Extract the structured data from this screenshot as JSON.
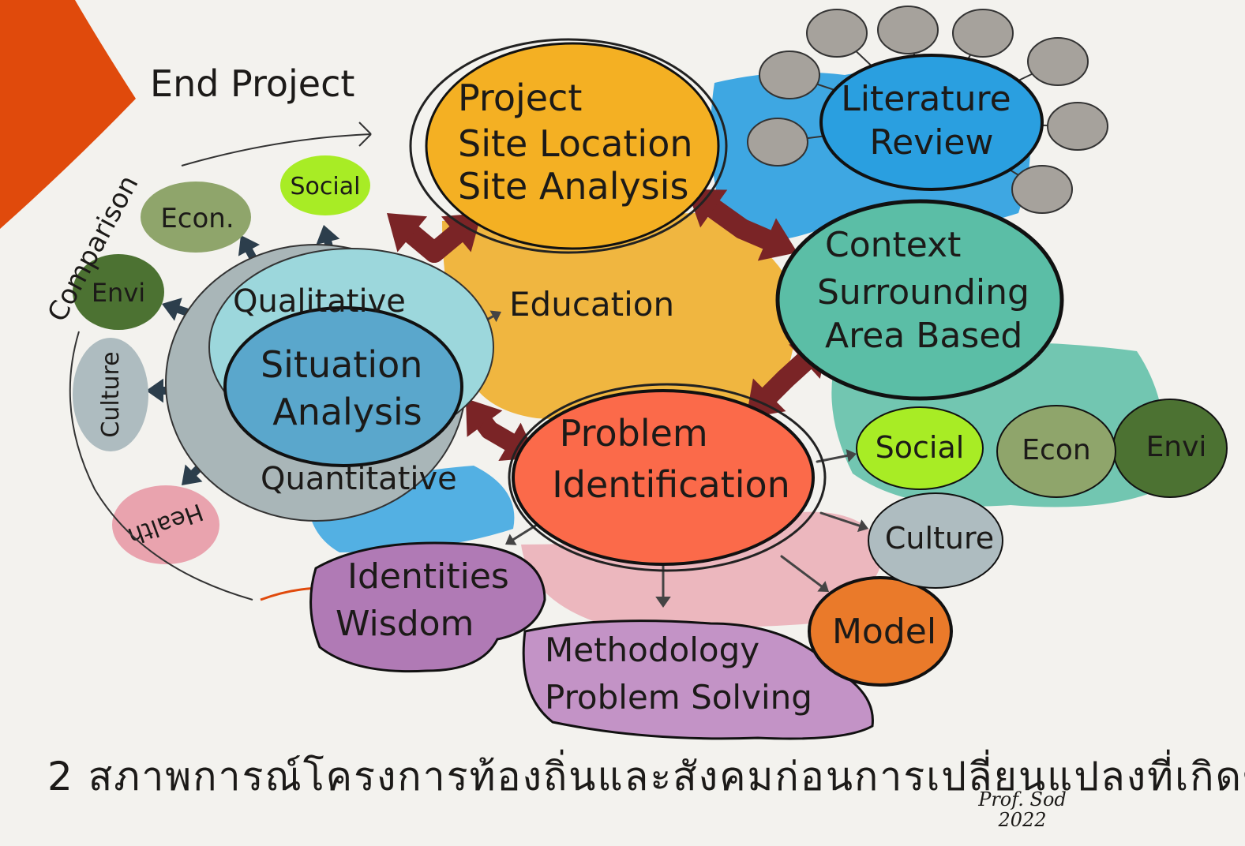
{
  "colors": {
    "background": "#f3f2ee",
    "accent_orange": "#e04a0c",
    "project": "#f4b023",
    "education": "#f0b640",
    "literature": "#2a9fe0",
    "context": "#5bbea6",
    "situation": "#5aa7cc",
    "qualitative_ring": "#9cd7dc",
    "quantitative_ring": "#a9b6b8",
    "problem": "#fb6a4a",
    "identities": "#b07ab5",
    "methodology": "#c393c6",
    "model": "#ea7a2a",
    "social": "#a8ec25",
    "econ": "#8fa56b",
    "envi": "#4c7232",
    "culture": "#aebcc0",
    "health": "#e9a3ae",
    "arrow": "#7a2426",
    "small_arrow": "#2c3e4c",
    "gray_node": "#a6a29c"
  },
  "diagram": {
    "end_project": "End Project",
    "comparison": "Comparison",
    "project_lines": [
      "Project",
      "Site Location",
      "Site Analysis"
    ],
    "literature_lines": [
      "Literature",
      "Review"
    ],
    "context_lines": [
      "Context",
      "Surrounding",
      "Area Based"
    ],
    "education": "Education",
    "qualitative": "Qualitative",
    "quantitative": "Quantitative",
    "situation_lines": [
      "Situation",
      "Analysis"
    ],
    "problem_lines": [
      "Problem",
      "Identification"
    ],
    "identities_lines": [
      "Identities",
      "Wisdom"
    ],
    "methodology_lines": [
      "Methodology",
      "Problem Solving"
    ],
    "model": "Model",
    "left_nodes": {
      "social": "Social",
      "econ": "Econ.",
      "envi": "Envi",
      "culture": "Culture",
      "health": "Health"
    },
    "right_nodes": {
      "social": "Social",
      "econ": "Econ",
      "envi": "Envi",
      "culture": "Culture"
    }
  },
  "caption": {
    "number": "2",
    "text": "สภาพการณ์โครงการท้องถิ่นและสังคมก่อนการเปลี่ยนแปลงที่เกิดขึ้น"
  },
  "signature": [
    "Prof. Sod",
    "2022"
  ]
}
